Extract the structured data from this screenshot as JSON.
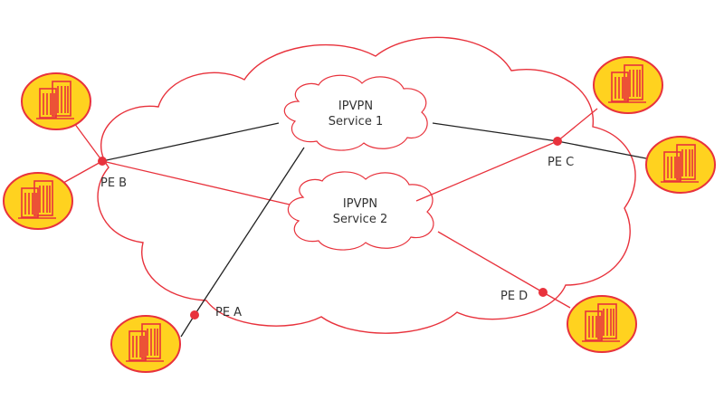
{
  "colors": {
    "accent": "#e8323c",
    "link_black": "#222222",
    "site_fill": "#ffd21f",
    "building": "#e8323c",
    "text": "#333333",
    "background": "#ffffff"
  },
  "services": [
    {
      "id": "s1",
      "line1": "IPVPN",
      "line2": "Service 1"
    },
    {
      "id": "s2",
      "line1": "IPVPN",
      "line2": "Service 2"
    }
  ],
  "pe_routers": [
    {
      "id": "peA",
      "label": "PE A"
    },
    {
      "id": "peB",
      "label": "PE B"
    },
    {
      "id": "peC",
      "label": "PE C"
    },
    {
      "id": "peD",
      "label": "PE D"
    }
  ],
  "sites": [
    {
      "id": "site-b1",
      "icon": "building-icon"
    },
    {
      "id": "site-b2",
      "icon": "building-icon"
    },
    {
      "id": "site-a",
      "icon": "building-icon"
    },
    {
      "id": "site-c1",
      "icon": "building-icon"
    },
    {
      "id": "site-c2",
      "icon": "building-icon"
    },
    {
      "id": "site-d",
      "icon": "building-icon"
    }
  ],
  "links": [
    {
      "from": "peB",
      "to": "s1",
      "color": "black"
    },
    {
      "from": "peB",
      "to": "s2",
      "color": "red"
    },
    {
      "from": "peA",
      "to": "s1",
      "color": "black"
    },
    {
      "from": "peC",
      "to": "s1",
      "color": "black"
    },
    {
      "from": "peC",
      "to": "s2",
      "color": "red"
    },
    {
      "from": "peD",
      "to": "s2",
      "color": "red"
    },
    {
      "from": "site-b1",
      "to": "peB",
      "color": "red"
    },
    {
      "from": "site-b2",
      "to": "peB",
      "color": "red"
    },
    {
      "from": "site-a",
      "to": "peA",
      "color": "black"
    },
    {
      "from": "site-c1",
      "to": "peC",
      "color": "red"
    },
    {
      "from": "site-c2",
      "to": "peC",
      "color": "black"
    },
    {
      "from": "site-d",
      "to": "peD",
      "color": "red"
    }
  ]
}
